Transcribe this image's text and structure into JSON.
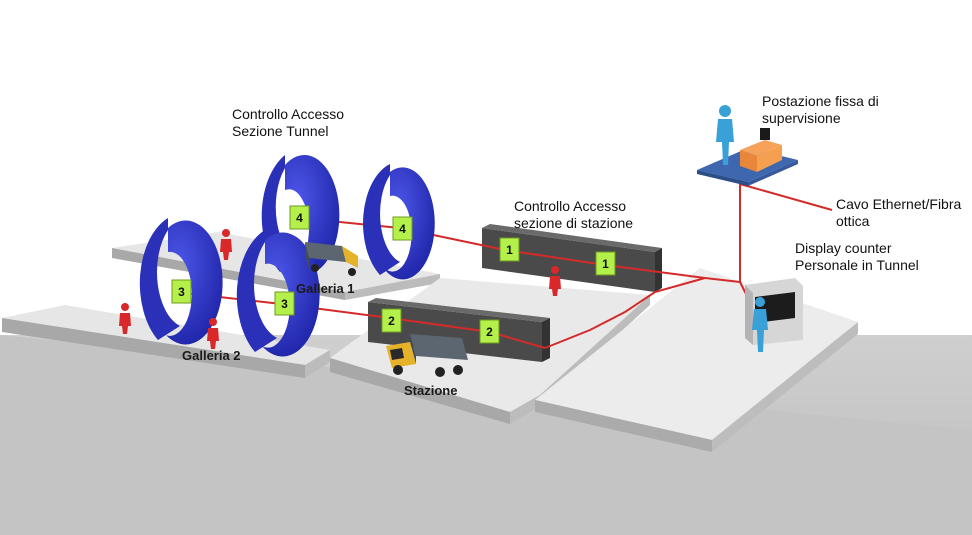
{
  "labels": {
    "controllo_tunnel": [
      "Controllo Accesso",
      "Sezione Tunnel"
    ],
    "controllo_stazione": [
      "Controllo Accesso",
      "sezione di stazione"
    ],
    "postazione": [
      "Postazione fissa di",
      "supervisione"
    ],
    "cavo": [
      "Cavo Ethernet/Fibra",
      "ottica"
    ],
    "display": [
      "Display counter",
      "Personale in Tunnel"
    ],
    "galleria1": "Galleria 1",
    "galleria2": "Galleria 2",
    "stazione": "Stazione"
  },
  "readers": {
    "r4a": "4",
    "r4b": "4",
    "r3a": "3",
    "r3b": "3",
    "r2a": "2",
    "r2b": "2",
    "r1a": "1",
    "r1b": "1"
  },
  "colors": {
    "ring": "#2f36c8",
    "reader": "#b4f04a",
    "cable": "#d42a2a",
    "person_red": "#d8282a",
    "person_blue": "#3aa0d8",
    "wall": "#4a4a4a",
    "platform": "#dcdcdc",
    "ground": "#c8c8c8"
  },
  "icons": [
    "access-ring-icon",
    "truck-icon",
    "person-icon",
    "desk-icon",
    "monitor-icon"
  ]
}
